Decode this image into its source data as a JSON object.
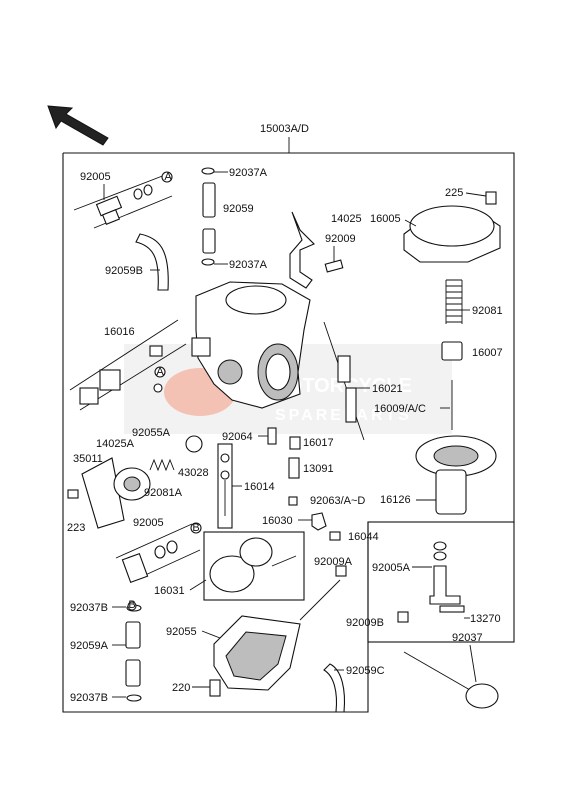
{
  "assembly_label": "15003A/D",
  "watermark": {
    "line1": "MOTORCYCLE",
    "line2": "SPAREPARTS",
    "color": "#e8795a"
  },
  "callouts": {
    "c92005_top": "92005",
    "c92037A_top": "92037A",
    "c92059": "92059",
    "c92037A_mid": "92037A",
    "c92059B": "92059B",
    "c14025": "14025",
    "c92009": "92009",
    "c225": "225",
    "c16005": "16005",
    "c92081": "92081",
    "c16007": "16007",
    "c16016": "16016",
    "c16021": "16021",
    "c16009": "16009/A/C",
    "c92055A": "92055A",
    "c92064": "92064",
    "c16017": "16017",
    "c14025A": "14025A",
    "c35011": "35011",
    "c43028": "43028",
    "c13091": "13091",
    "c92081A": "92081A",
    "c16014": "16014",
    "c16126": "16126",
    "c92063": "92063/A~D",
    "c223": "223",
    "c92005_mid": "92005",
    "c16030": "16030",
    "c16044": "16044",
    "c92009A": "92009A",
    "c92005A": "92005A",
    "c16031": "16031",
    "c92037B_mid": "92037B",
    "c92055": "92055",
    "c92009B": "92009B",
    "c13270": "13270",
    "c92059A": "92059A",
    "c92037": "92037",
    "c92059C": "92059C",
    "c220": "220",
    "c92037B_bot": "92037B"
  },
  "markers": {
    "a1": "A",
    "a2": "A",
    "b1": "B",
    "b2": "B"
  },
  "icons": {
    "front_arrow": "direction-arrow-icon"
  }
}
